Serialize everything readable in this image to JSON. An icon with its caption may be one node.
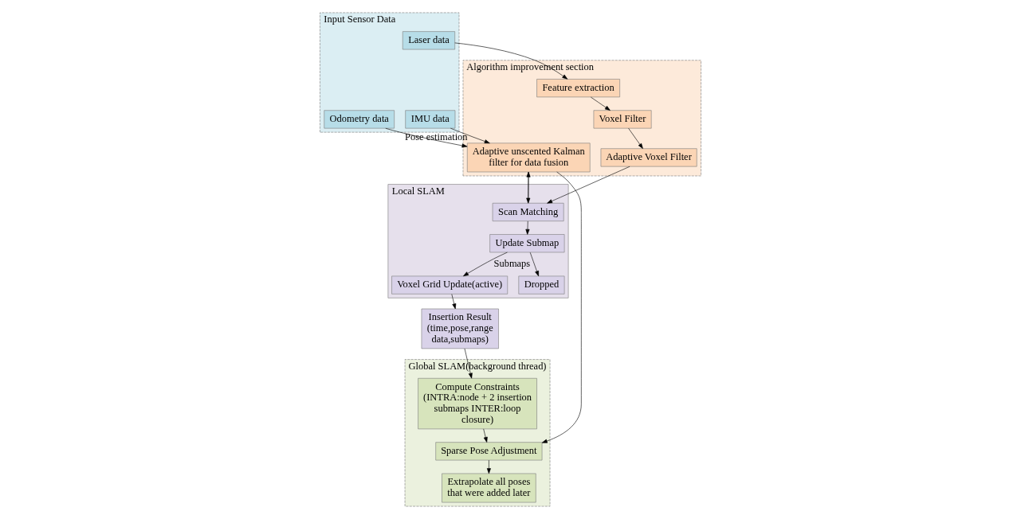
{
  "diagram": {
    "nodes": [
      {
        "text": [
          "Input Sensor Data"
        ]
      },
      {
        "text": [
          "Laser data"
        ],
        "in": 0
      },
      {
        "text": [
          "Odometry data"
        ],
        "in": 0
      },
      {
        "text": [
          "IMU data"
        ],
        "in": 0
      },
      {
        "text": [
          "Algorithm improvement section"
        ]
      },
      {
        "text": [
          "Feature extraction"
        ],
        "in": 4
      },
      {
        "text": [
          "Voxel Filter"
        ],
        "in": 4
      },
      {
        "text": [
          "Adaptive Voxel Filter"
        ],
        "in": 4
      },
      {
        "text": [
          "Adaptive unscented Kalman filter for data fusion"
        ],
        "in": 4,
        "beside": [
          "Pose estimation"
        ]
      },
      {
        "text": [
          "Local SLAM"
        ]
      },
      {
        "text": [
          "Scan Matching"
        ],
        "in": 9
      },
      {
        "text": [
          "Update Submap"
        ],
        "in": 9
      },
      {
        "text": [
          "Dropped"
        ],
        "in": 9
      },
      {
        "text": [
          "Voxel Grid Update(active)"
        ],
        "in": 9
      },
      {
        "text": [
          "Insertion Result (time,pose,range data,submaps)"
        ]
      },
      {
        "text": [
          "Global SLAM(background thread)"
        ]
      },
      {
        "text": [
          "Compute Constraints",
          "(INTRA:node + 2 insertion submaps INTER:loop closure)"
        ],
        "in": 15
      },
      {
        "text": [
          "Sparse Pose Adjustment"
        ],
        "in": 15
      },
      {
        "text": [
          "Extrapolate all poses that were added later"
        ],
        "in": 15
      }
    ],
    "edges": [
      {
        "from": 1,
        "to": 5,
        "arrow": "to"
      },
      {
        "from": 5,
        "to": 6,
        "arrow": "to"
      },
      {
        "from": 6,
        "to": 7,
        "arrow": "to"
      },
      {
        "from": 7,
        "to": 10,
        "arrow": "to"
      },
      {
        "from": 8,
        "to": 10,
        "arrow": "to"
      },
      {
        "from": 10,
        "to": 8,
        "arrow": "to"
      },
      {
        "from": 2,
        "to": 8,
        "arrow": "to"
      },
      {
        "from": 3,
        "to": 8,
        "arrow": "to"
      },
      {
        "from": 10,
        "to": 11,
        "arrow": "to"
      },
      {
        "from": 11,
        "to": 12,
        "arrow": "to"
      },
      {
        "from": 11,
        "to": 13,
        "arrow": "to",
        "label": "Submaps"
      },
      {
        "from": 13,
        "to": 14,
        "arrow": "to"
      },
      {
        "from": 14,
        "to": 16,
        "arrow": "to"
      },
      {
        "from": 16,
        "to": 17,
        "arrow": "to"
      },
      {
        "from": 8,
        "to": 17,
        "arrow": "to"
      },
      {
        "from": 17,
        "to": 18,
        "arrow": "to"
      }
    ]
  }
}
